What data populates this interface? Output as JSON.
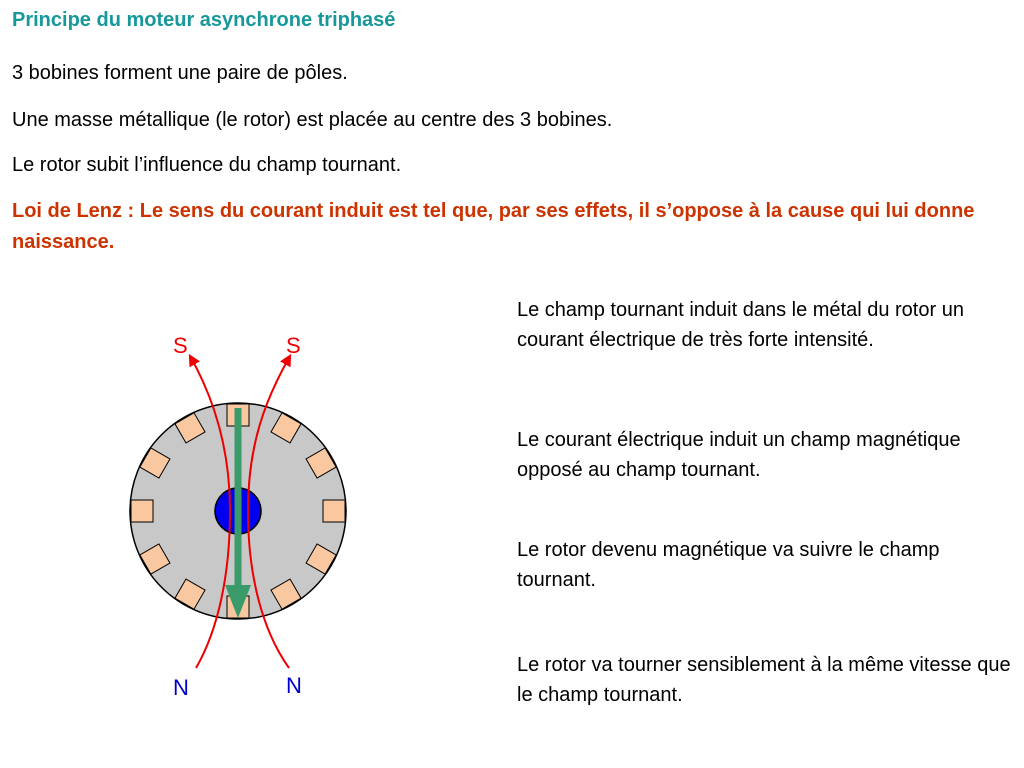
{
  "title": "Principe du moteur asynchrone triphasé",
  "paragraphs": [
    "3 bobines forment une paire de pôles.",
    "Une masse métallique (le rotor) est placée au centre des 3 bobines.",
    "Le rotor subit l’influence du champ tournant."
  ],
  "lenz": "Loi de Lenz : Le sens du courant induit est tel que, par ses effets, il s’oppose à la cause qui lui donne naissance.",
  "right_texts": [
    "Le champ tournant induit dans le métal du rotor un courant électrique de très forte intensité.",
    "Le courant électrique induit un champ magnétique opposé au champ tournant.",
    "Le rotor devenu magnétique va suivre le champ tournant.",
    "Le rotor va tourner sensiblement à la même vitesse que le champ tournant."
  ],
  "diagram": {
    "label_s_left": "S",
    "label_s_right": "S",
    "label_n_left": "N",
    "label_n_right": "N",
    "colors": {
      "stator": "#c8c8c8",
      "coil": "#f9c8a0",
      "rotor": "#0000ee",
      "field_arrow": "#3a9a6a",
      "field_lines": "#ee0000",
      "s_label": "#ee0000",
      "n_label": "#0000cc"
    }
  }
}
